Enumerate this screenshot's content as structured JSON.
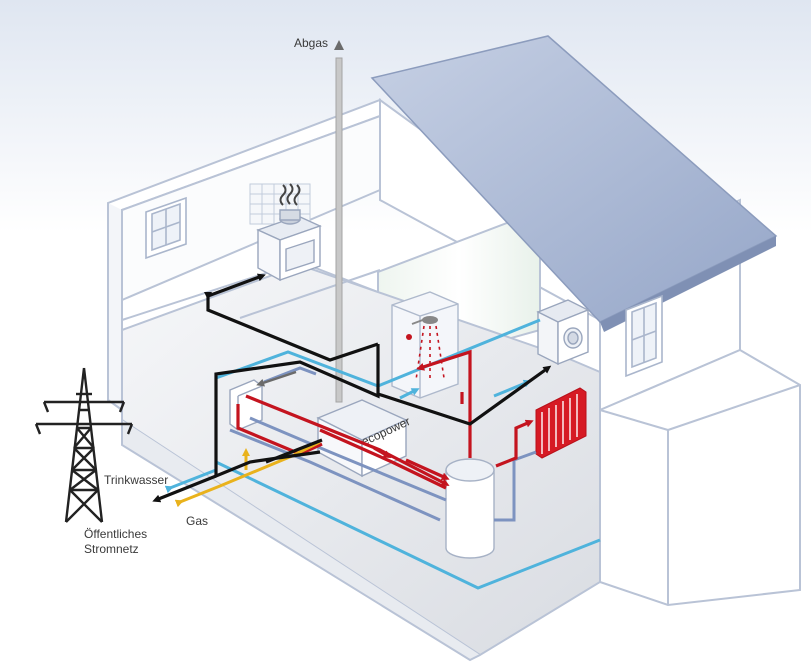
{
  "labels": {
    "exhaust": "Abgas",
    "drinking_water": "Trinkwasser",
    "gas": "Gas",
    "grid_line1": "Öffentliches",
    "grid_line2": "Stromnetz",
    "unit_brand": "ecopower"
  },
  "colors": {
    "house_outline": "#b9c3d6",
    "roof_fill": "#a9b8d6",
    "electric": "#111111",
    "hot_water": "#c4141f",
    "cold_water": "#4fb3dc",
    "return_water": "#7d93c0",
    "gas": "#e9b21c",
    "exhaust": "#b4b4b4"
  }
}
